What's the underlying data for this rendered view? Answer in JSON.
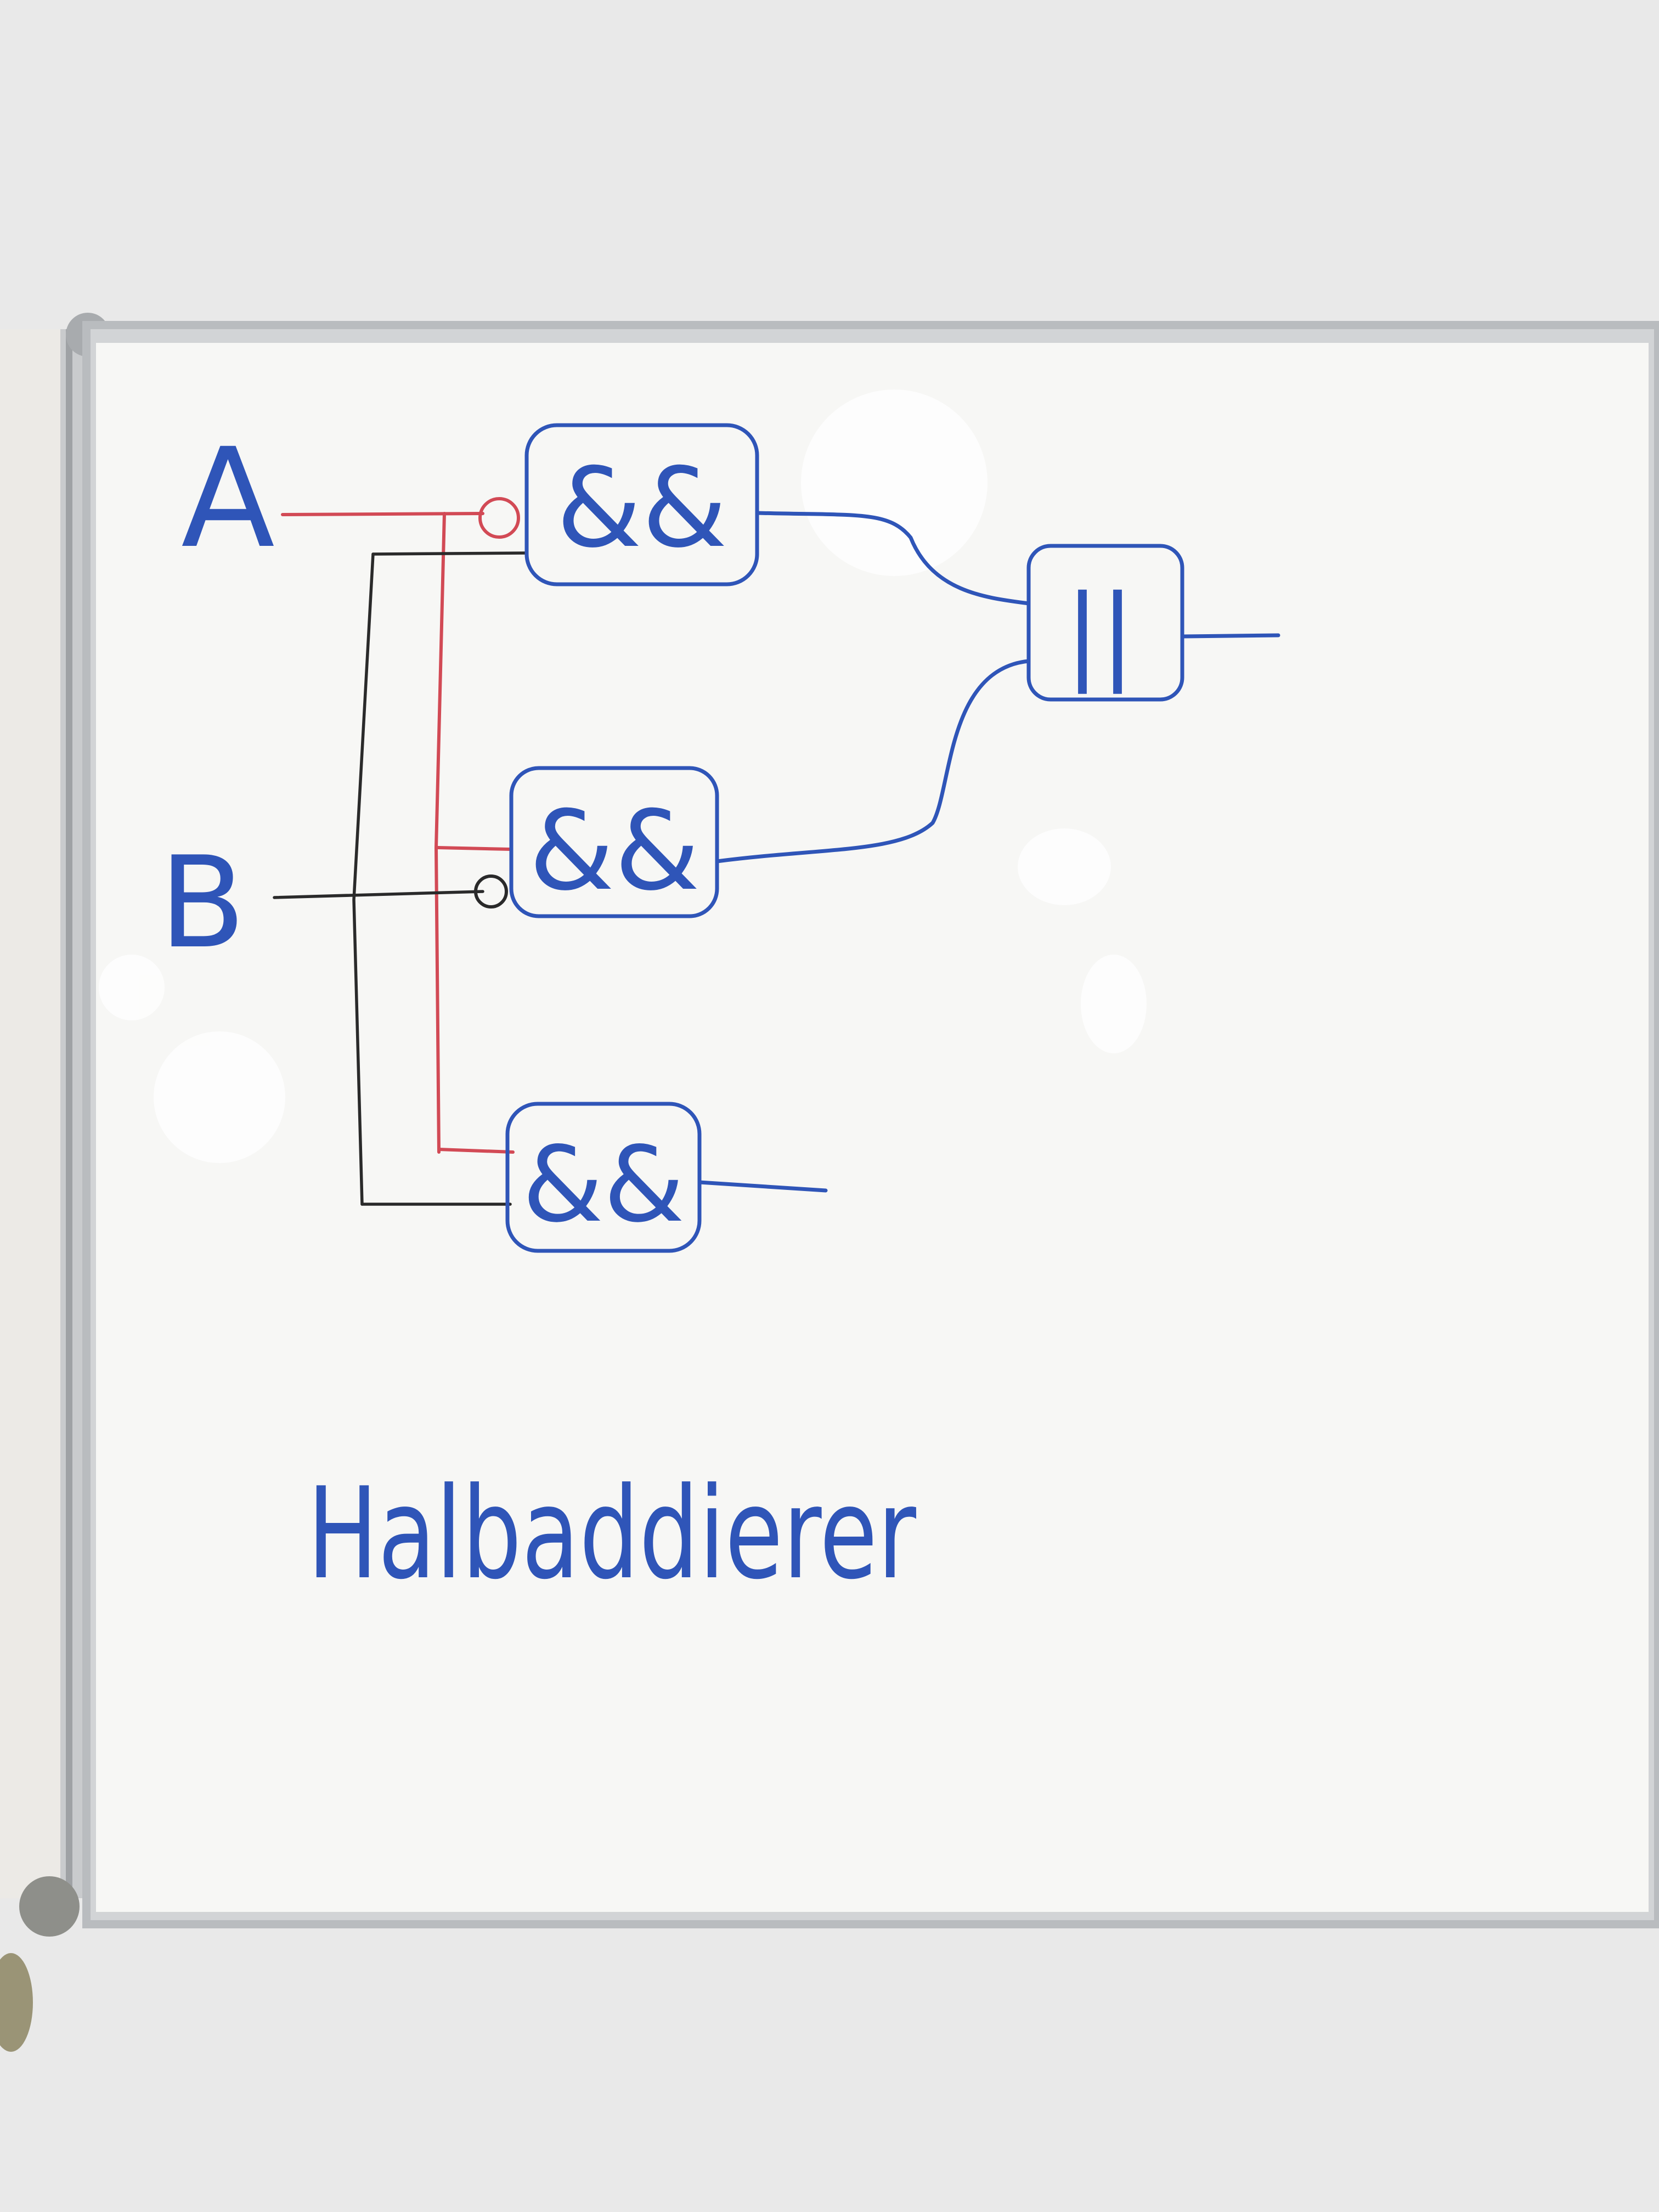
{
  "board": {
    "frame_color": "#b9bcbf",
    "surface_color": "#f7f7f5"
  },
  "diagram": {
    "ink": {
      "blue": "#2f55b8",
      "red": "#d24a55",
      "black": "#2a2a2a"
    },
    "inputs": {
      "a": "A",
      "b": "B"
    },
    "gates": {
      "and_top": "&&",
      "and_middle": "&&",
      "and_bottom": "&&",
      "or": "||"
    },
    "caption": "Halbaddierer"
  }
}
